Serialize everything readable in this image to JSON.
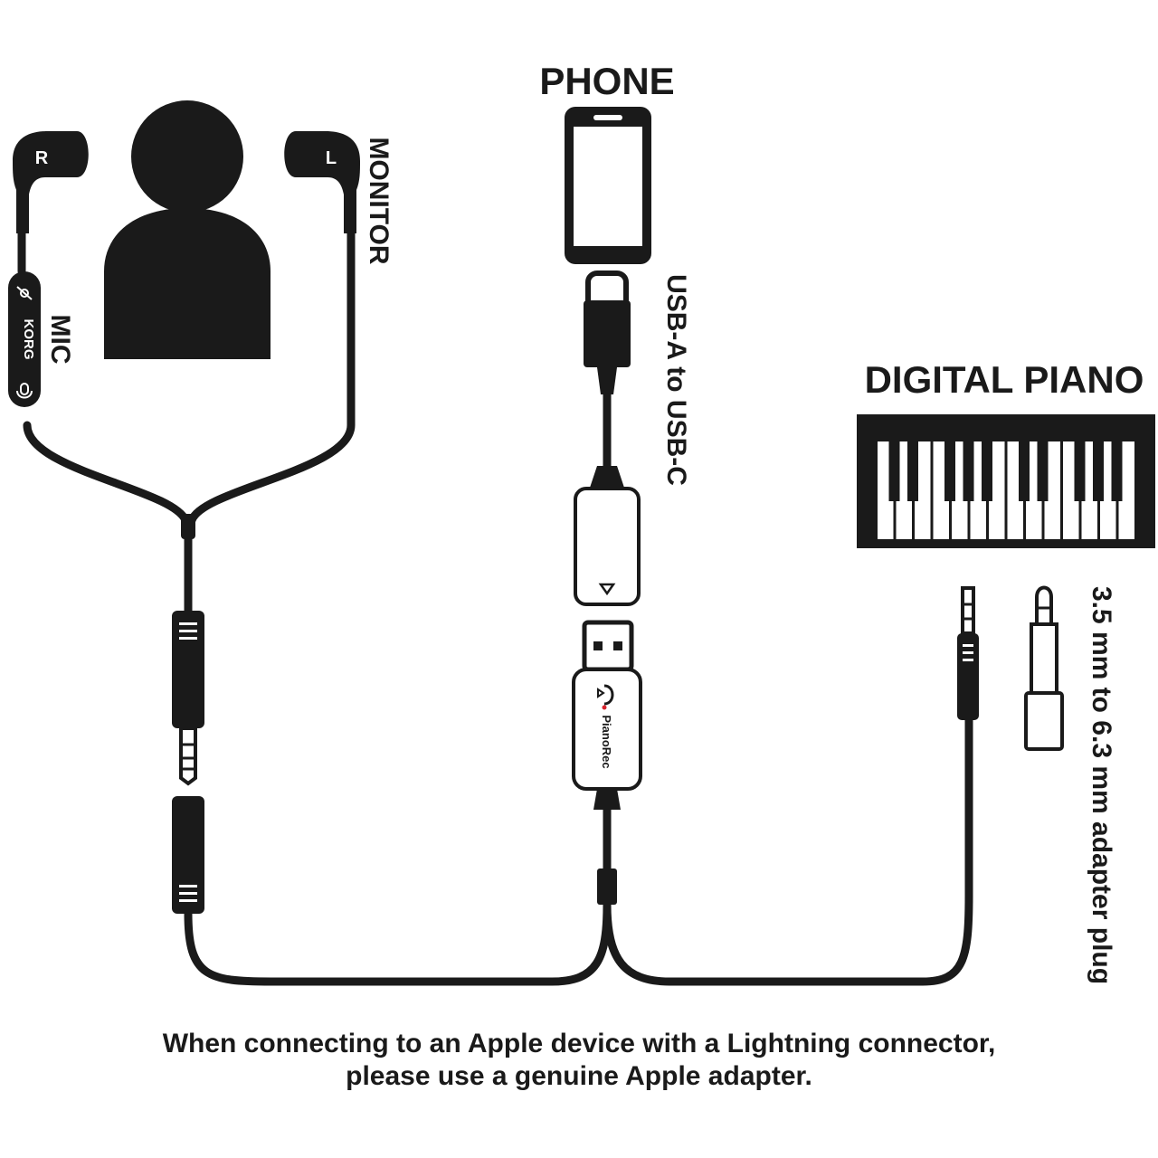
{
  "labels": {
    "phone": "PHONE",
    "monitor": "MONITOR",
    "mic": "MIC",
    "usb_cable": "USB-A to USB-C",
    "digital_piano": "DIGITAL PIANO",
    "adapter": "3.5 mm to 6.3 mm adapter plug",
    "earbud_right": "R",
    "earbud_left": "L",
    "korg_logo": "KORG",
    "device_brand": "PianoRec"
  },
  "footer": {
    "line1": "When connecting to an Apple device with a Lightning connector,",
    "line2": "please use a genuine Apple adapter."
  },
  "colors": {
    "ink": "#1a1a1a",
    "background": "#ffffff"
  }
}
